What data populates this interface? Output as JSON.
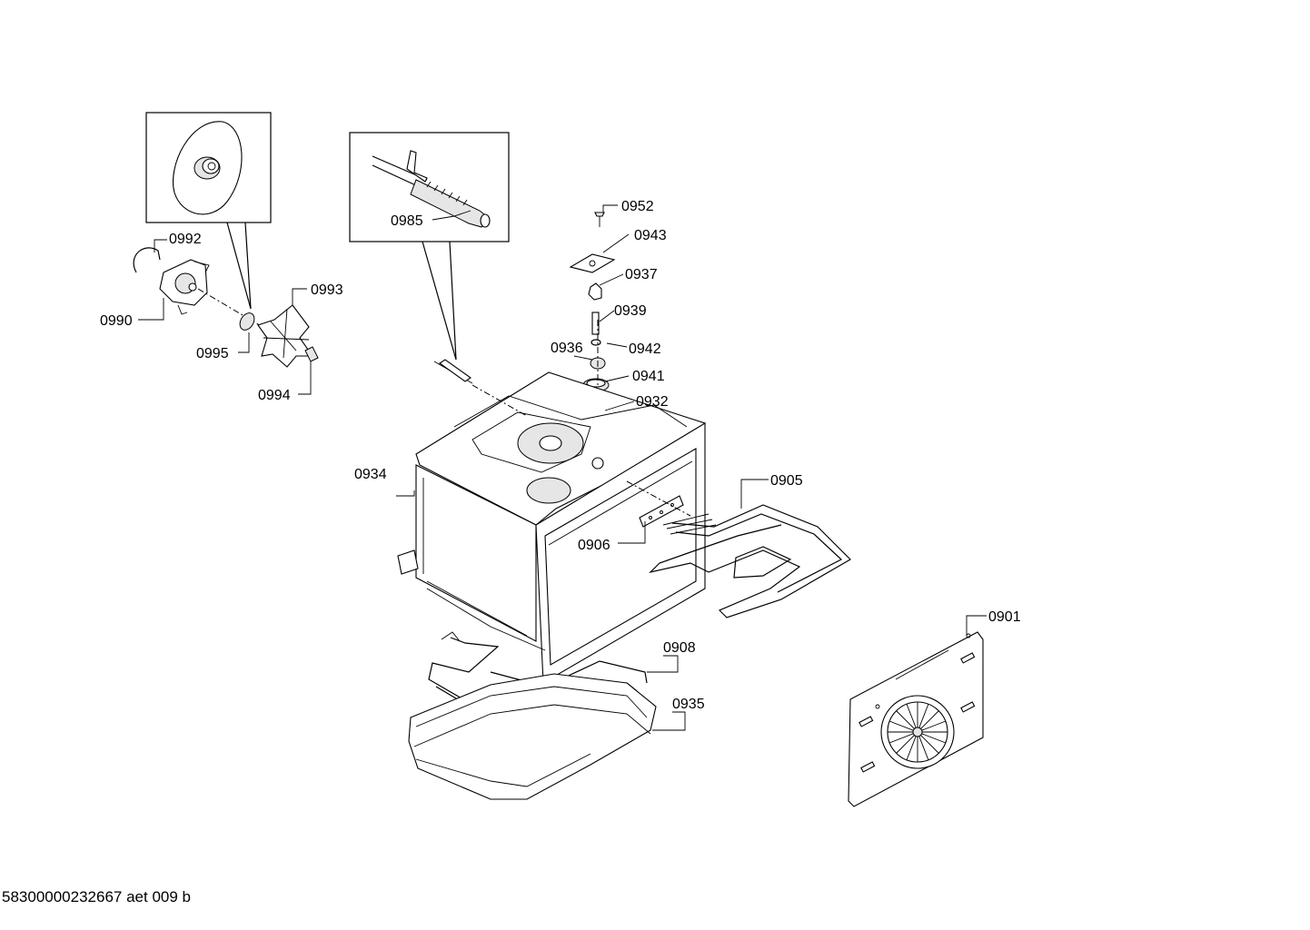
{
  "footer": {
    "document_code": "58300000232667 aet 009 b"
  },
  "callouts": {
    "c0992": "0992",
    "c0990": "0990",
    "c0995": "0995",
    "c0993": "0993",
    "c0994": "0994",
    "c0985": "0985",
    "c0952": "0952",
    "c0943": "0943",
    "c0937": "0937",
    "c0939": "0939",
    "c0942": "0942",
    "c0936": "0936",
    "c0941": "0941",
    "c0932": "0932",
    "c0934": "0934",
    "c0905": "0905",
    "c0906": "0906",
    "c0908": "0908",
    "c0935": "0935",
    "c0901": "0901"
  }
}
